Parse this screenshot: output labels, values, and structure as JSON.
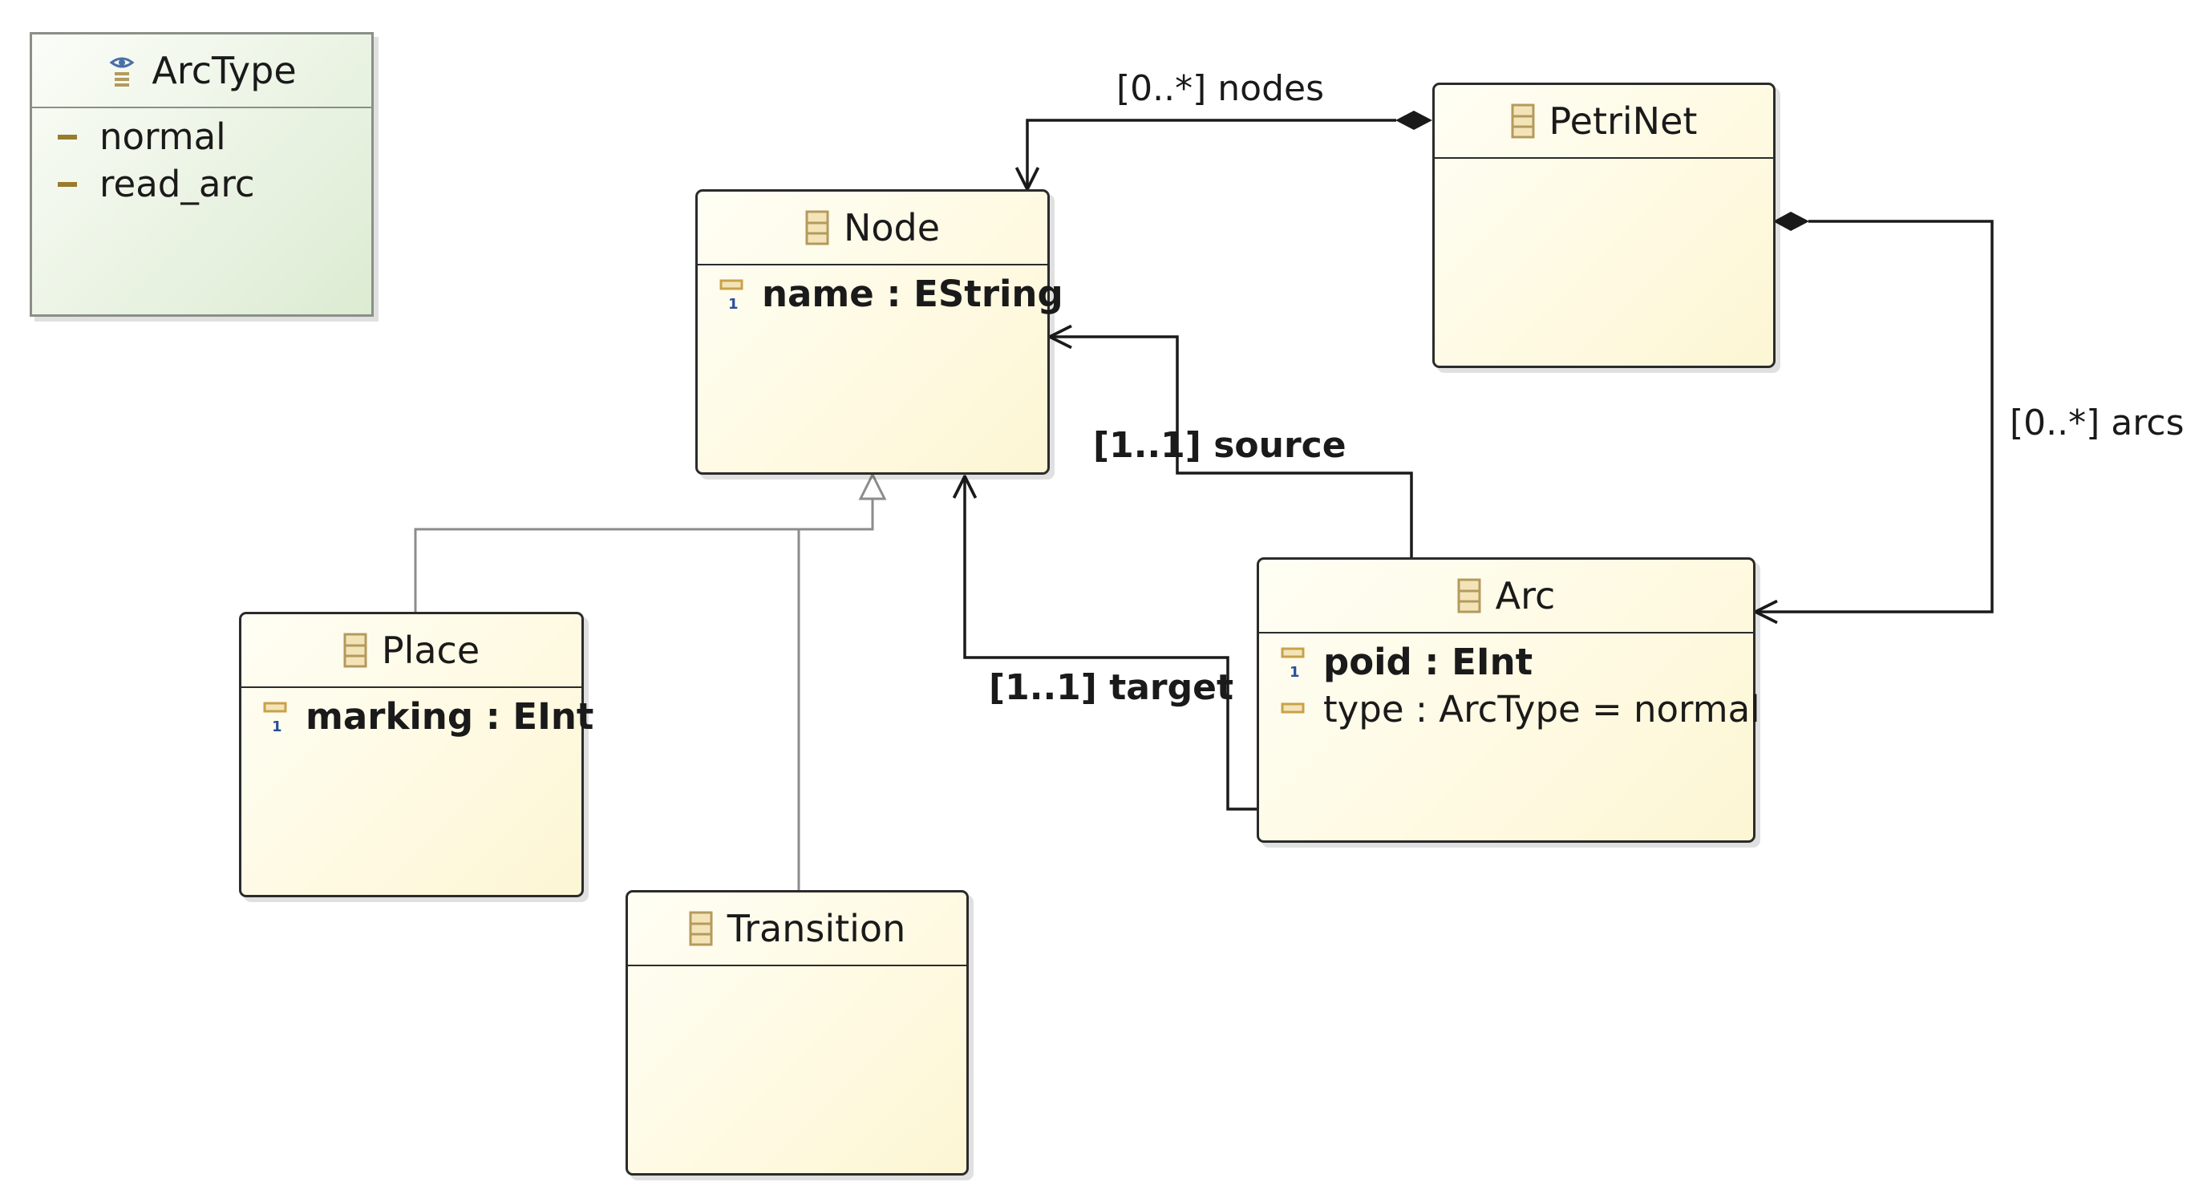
{
  "enum": {
    "name": "ArcType",
    "literals": [
      "normal",
      "read_arc"
    ]
  },
  "classes": {
    "node": {
      "name": "Node",
      "attr_name": "name",
      "attr_sep": " : ",
      "attr_type": "EString"
    },
    "petrinet": {
      "name": "PetriNet"
    },
    "place": {
      "name": "Place",
      "attr_name": "marking",
      "attr_sep": " : ",
      "attr_type": "EInt"
    },
    "transition": {
      "name": "Transition"
    },
    "arc": {
      "name": "Arc",
      "attr1_name": "poid",
      "attr1_sep": " : ",
      "attr1_type": "EInt",
      "attr2_text": "type : ArcType = normal"
    }
  },
  "edges": {
    "nodes_label": "[0..*] nodes",
    "arcs_label": "[0..*] arcs",
    "source_label": "[1..1] source",
    "target_label": "[1..1] target"
  },
  "colors": {
    "class_fill": "#fdf6d4",
    "enum_fill": "#dcebd2",
    "class_icon": "#b49a5e",
    "attr_icon": "#c8a24a",
    "inheritance_line": "#8c8c8c",
    "edge_line": "#1a1a1a"
  },
  "icons": {
    "class": "eclass-icon",
    "enum": "eenum-icon",
    "attribute": "eattribute-icon",
    "literal": "eliteral-icon"
  }
}
